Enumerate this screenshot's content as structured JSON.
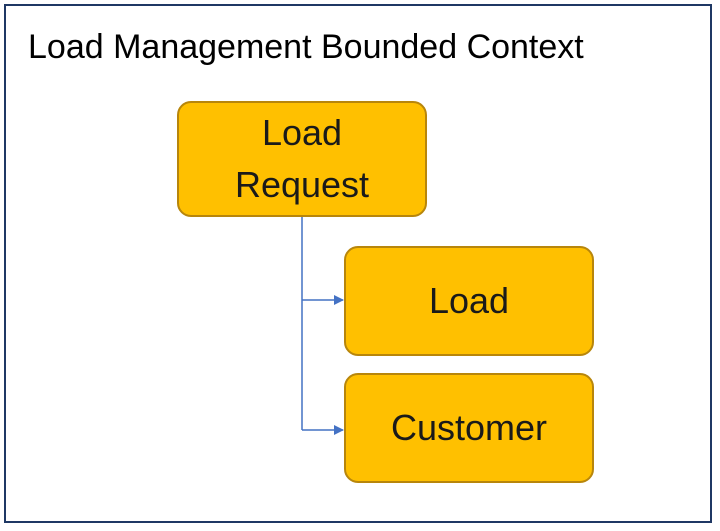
{
  "diagram": {
    "title": "Load Management Bounded Context",
    "nodes": [
      {
        "id": "load-request",
        "lines": [
          "Load",
          "Request"
        ]
      },
      {
        "id": "load",
        "label": "Load"
      },
      {
        "id": "customer",
        "label": "Customer"
      }
    ],
    "edges": [
      {
        "from": "load-request",
        "to": "load"
      },
      {
        "from": "load-request",
        "to": "customer"
      }
    ]
  },
  "colors": {
    "frame_border": "#1f3864",
    "node_fill": "#ffc000",
    "node_border": "#b8860b",
    "connector": "#4472c4"
  }
}
